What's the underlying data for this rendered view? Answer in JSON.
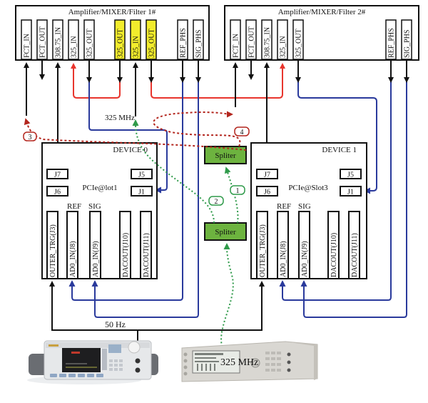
{
  "amplifier_1": {
    "title": "Amplifier/MIXER/Filter 1#",
    "pins": [
      {
        "label": "FCT_IN",
        "highlight": false
      },
      {
        "label": "FCT_OUT",
        "highlight": false
      },
      {
        "label": "308.75_IN",
        "highlight": false
      },
      {
        "label": "325_IN",
        "highlight": false
      },
      {
        "label": "325_OUT",
        "highlight": false
      },
      {
        "label": "325_OUT",
        "highlight": true
      },
      {
        "label": "325_IN",
        "highlight": true
      },
      {
        "label": "325_OUT",
        "highlight": true
      },
      {
        "label": "REF_PHS",
        "highlight": false
      },
      {
        "label": "SIG_PHS",
        "highlight": false
      }
    ]
  },
  "amplifier_2": {
    "title": "Amplifier/MIXER/Filter 2#",
    "pins": [
      {
        "label": "FCT_IN",
        "highlight": false
      },
      {
        "label": "FCT_OUT",
        "highlight": false
      },
      {
        "label": "308.75_IN",
        "highlight": false
      },
      {
        "label": "325_IN",
        "highlight": false
      },
      {
        "label": "325_OUT",
        "highlight": false
      },
      {
        "label": "REF_PHS",
        "highlight": false
      },
      {
        "label": "SIG_PHS",
        "highlight": false
      }
    ]
  },
  "device_0": {
    "title": "DEVICE 0",
    "slot": "PCIe@lot1",
    "connectors": {
      "j7": "J7",
      "j6": "J6",
      "j5": "J5",
      "j1": "J1"
    },
    "ref_label": "REF",
    "sig_label": "SIG",
    "ports": [
      "OUTER_TRG(J3)",
      "AD0_IN(J8)",
      "AD0_IN(J9)",
      "DACOUT(J10)",
      "DACOUT(J11)"
    ]
  },
  "device_1": {
    "title": "DEVICE 1",
    "slot": "PCIe@Slot3",
    "connectors": {
      "j7": "J7",
      "j6": "J6",
      "j5": "J5",
      "j1": "J1"
    },
    "ref_label": "REF",
    "sig_label": "SIG",
    "ports": [
      "OUTER_TRG(J3)",
      "AD0_IN(J8)",
      "AD0_IN(J9)",
      "DACOUT(J10)",
      "DACOUT(J11)"
    ]
  },
  "splitters": {
    "top": "Spliter",
    "bottom": "Spliter"
  },
  "labels": {
    "freq_325_mid": "325 MHz",
    "freq_50hz": "50 Hz",
    "freq_325_generator": "325 MHz"
  },
  "markers": {
    "m1": "1",
    "m2": "2",
    "m3": "3",
    "m4": "4"
  },
  "instruments": {
    "function_generator": "function-generator",
    "signal_generator": "rf-signal-generator"
  },
  "colors": {
    "black_wire": "#111111",
    "red_wire": "#e8352d",
    "blue_wire": "#2a3a9c",
    "green_dotted": "#2f9a4a",
    "red_dotted": "#b3261e",
    "splitter_fill": "#6db33f",
    "highlight_pin": "#f2ec2c"
  }
}
